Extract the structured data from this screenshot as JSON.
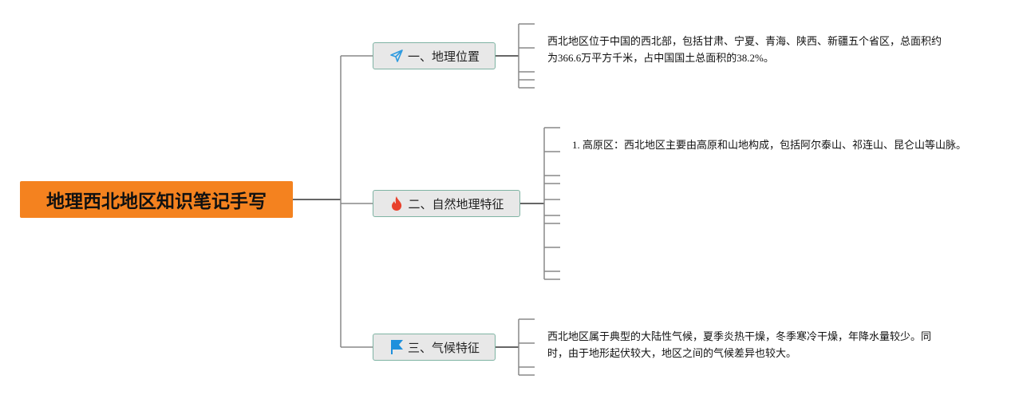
{
  "root": {
    "title": "地理西北地区知识笔记手写",
    "color": "#f4821f"
  },
  "branches": [
    {
      "label": "一、地理位置",
      "icon": "paper-plane-icon",
      "icon_color": "#2e9be0",
      "note": "西北地区位于中国的西北部，包括甘肃、宁夏、青海、陕西、新疆五个省区，总面积约为366.6万平方千米，占中国国土总面积的38.2%。"
    },
    {
      "label": "二、自然地理特征",
      "icon": "fire-icon",
      "icon_color": "#e8412c",
      "note": "1. 高原区：西北地区主要由高原和山地构成，包括阿尔泰山、祁连山、昆仑山等山脉。"
    },
    {
      "label": "三、气候特征",
      "icon": "flag-icon",
      "icon_color": "#1e90dc",
      "note": "西北地区属于典型的大陆性气候，夏季炎热干燥，冬季寒冷干燥，年降水量较少。同时，由于地形起伏较大，地区之间的气候差异也较大。"
    }
  ]
}
